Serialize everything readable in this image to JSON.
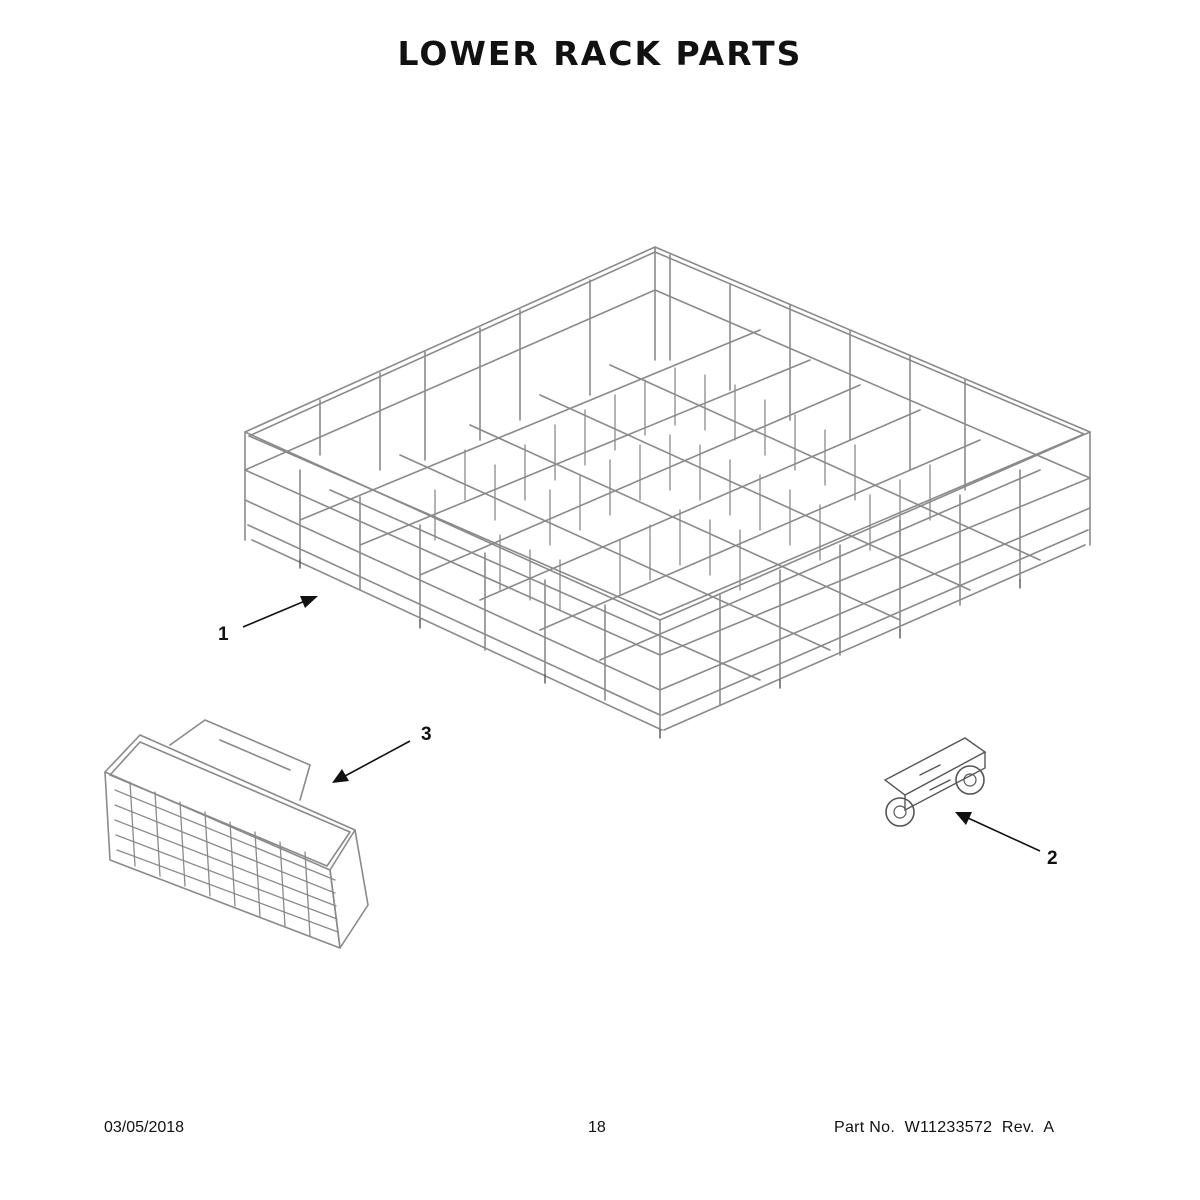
{
  "title": "LOWER RACK PARTS",
  "callouts": {
    "rack": "1",
    "wheel": "2",
    "basket": "3"
  },
  "footer": {
    "date": "03/05/2018",
    "page": "18",
    "part_no": "Part No.  W11233572  Rev.  A"
  }
}
